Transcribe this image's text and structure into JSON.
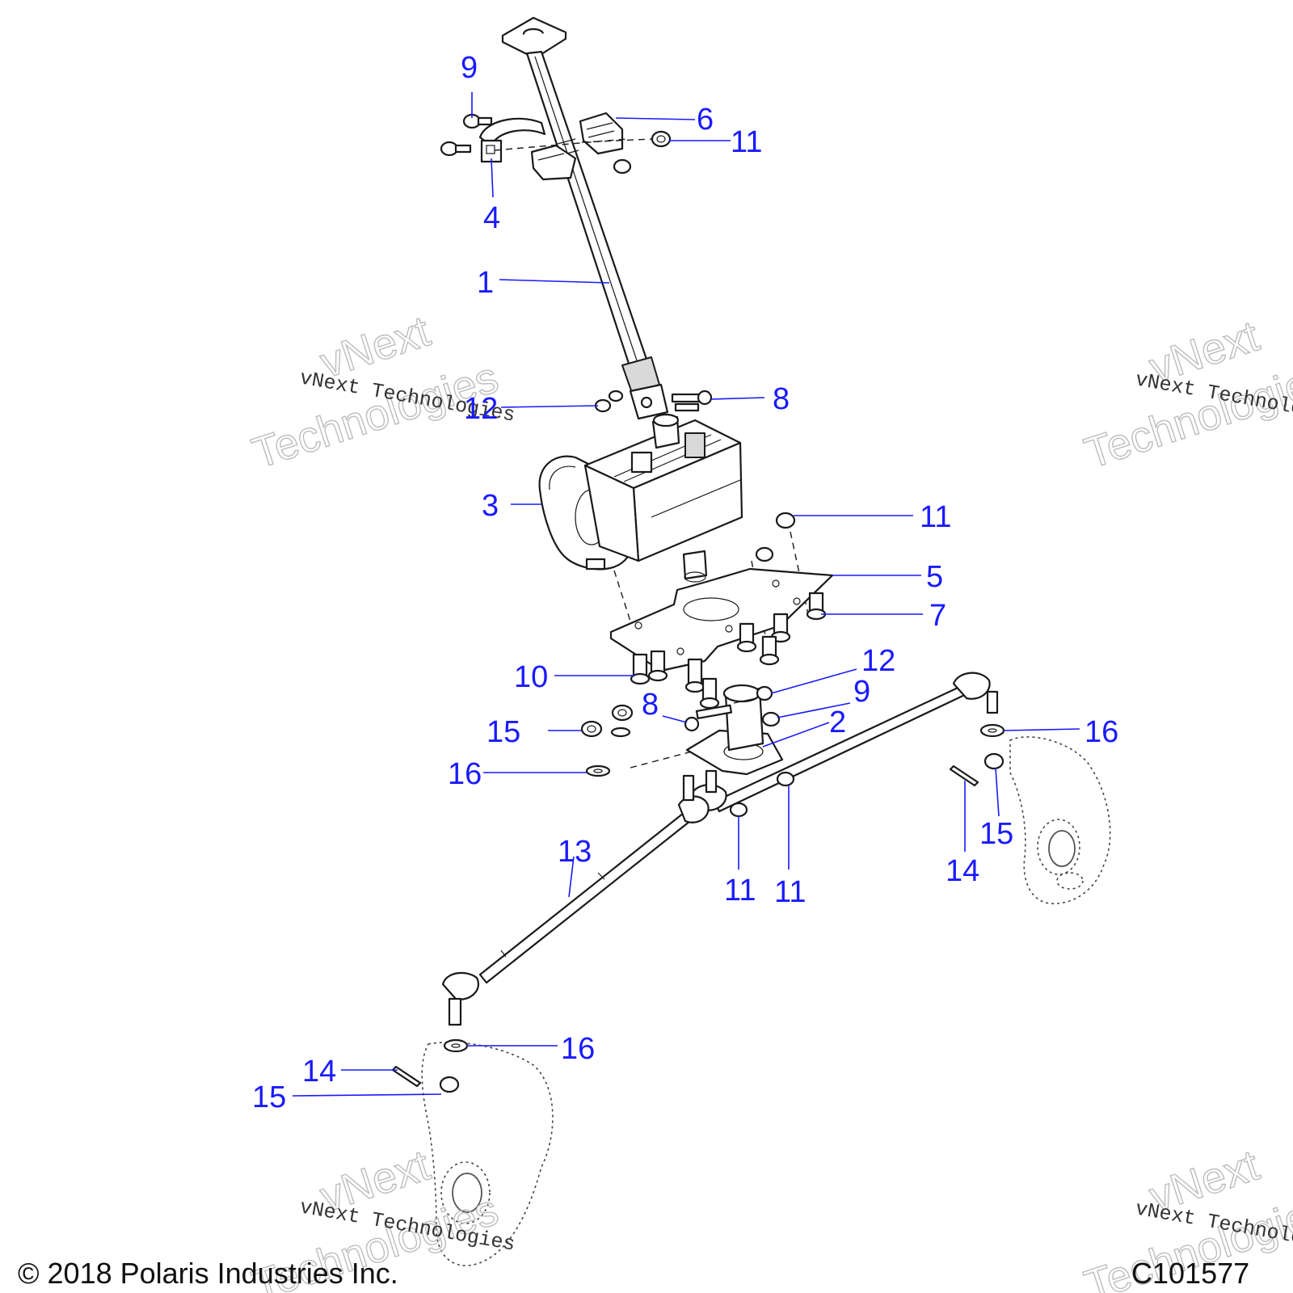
{
  "diagram": {
    "callouts": [
      {
        "id": "c1",
        "label": "1"
      },
      {
        "id": "c2",
        "label": "2"
      },
      {
        "id": "c3",
        "label": "3"
      },
      {
        "id": "c4",
        "label": "4"
      },
      {
        "id": "c5",
        "label": "5"
      },
      {
        "id": "c6",
        "label": "6"
      },
      {
        "id": "c7",
        "label": "7"
      },
      {
        "id": "c8a",
        "label": "8"
      },
      {
        "id": "c8b",
        "label": "8"
      },
      {
        "id": "c9a",
        "label": "9"
      },
      {
        "id": "c9b",
        "label": "9"
      },
      {
        "id": "c10",
        "label": "10"
      },
      {
        "id": "c11a",
        "label": "11"
      },
      {
        "id": "c11b",
        "label": "11"
      },
      {
        "id": "c11c",
        "label": "11"
      },
      {
        "id": "c11d",
        "label": "11"
      },
      {
        "id": "c12a",
        "label": "12"
      },
      {
        "id": "c12b",
        "label": "12"
      },
      {
        "id": "c13",
        "label": "13"
      },
      {
        "id": "c14a",
        "label": "14"
      },
      {
        "id": "c14b",
        "label": "14"
      },
      {
        "id": "c15a",
        "label": "15"
      },
      {
        "id": "c15b",
        "label": "15"
      },
      {
        "id": "c15c",
        "label": "15"
      },
      {
        "id": "c16a",
        "label": "16"
      },
      {
        "id": "c16b",
        "label": "16"
      },
      {
        "id": "c16c",
        "label": "16"
      }
    ]
  },
  "watermark": {
    "brand_large_1": "vNext",
    "brand_large_2": "Technologies",
    "brand_small": "vNext Technologies"
  },
  "footer": {
    "copyright": "© 2018 Polaris Industries Inc.",
    "diagram_code": "C101577"
  },
  "colors": {
    "callout": "#1a1aff",
    "line": "#1a1a1a",
    "background": "#ffffff"
  }
}
